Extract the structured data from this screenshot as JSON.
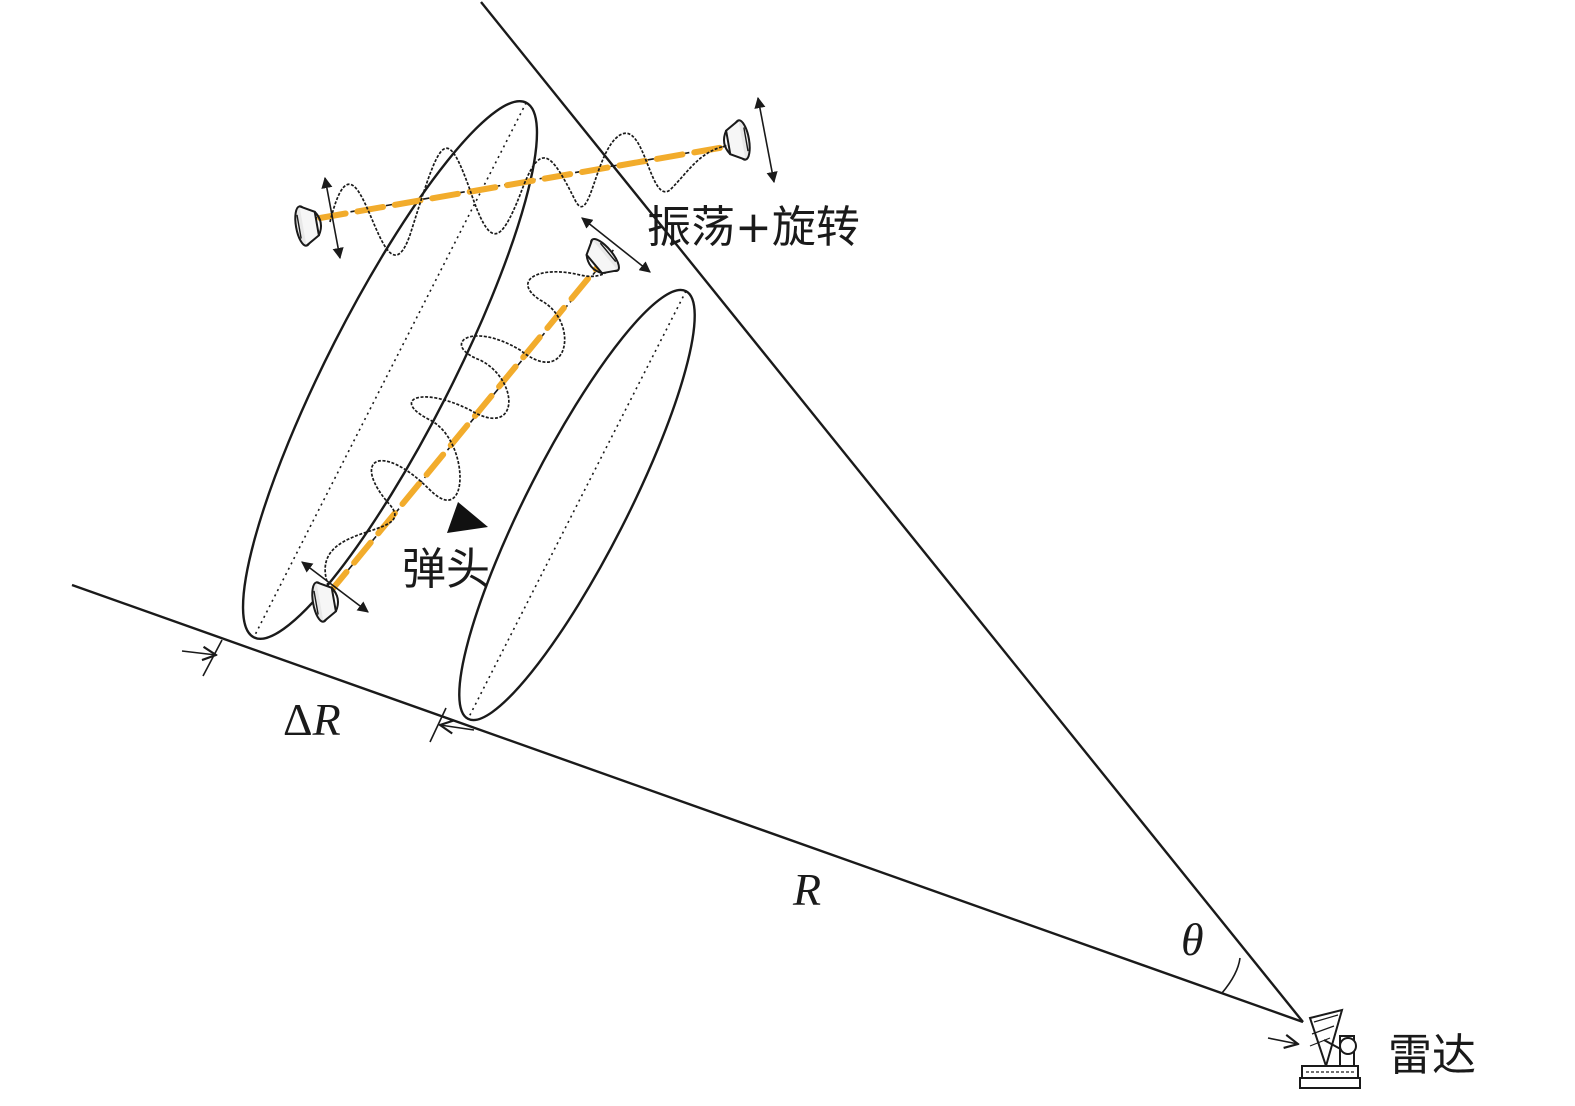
{
  "diagram": {
    "labels": {
      "motion": "振荡+旋转",
      "warhead": "弹头",
      "delta_r_symbol": "Δ",
      "delta_r_var": "R",
      "range": "R",
      "angle": "θ",
      "radar": "雷达"
    },
    "icons": {
      "radar": "radar-dish-icon",
      "warhead": "warhead-triangle-icon",
      "decoy": "decoy-cone-icon",
      "motion": "double-arrow-icon"
    },
    "colors": {
      "trajectory": "#f2ac2c",
      "line": "#1a1a1a",
      "background": "#ffffff"
    }
  }
}
